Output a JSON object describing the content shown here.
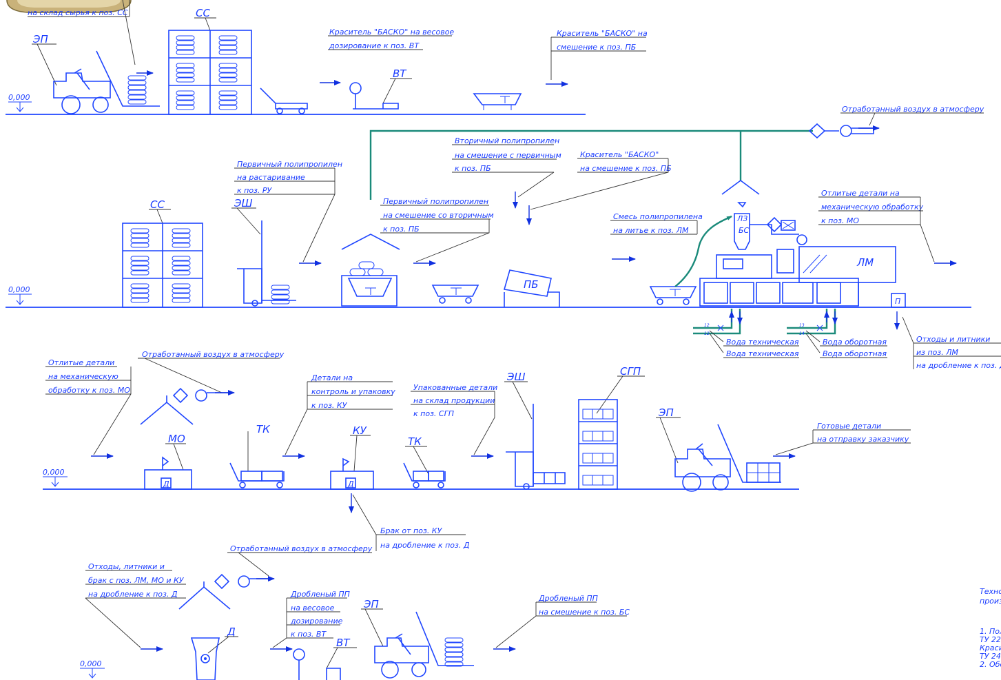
{
  "levels": {
    "l1": "0,000",
    "l2": "0,000",
    "l3": "0,000",
    "l4": "0,000"
  },
  "codes": {
    "ep1": "ЭП",
    "ss1": "СС",
    "vt1": "ВТ",
    "ss2": "СС",
    "esh1": "ЭШ",
    "pb": "ПБ",
    "lz": "ЛЗ",
    "bs": "БС",
    "lm": "ЛМ",
    "p": "П",
    "mo": "МО",
    "tk1": "ТК",
    "ku": "КУ",
    "tk2": "ТК",
    "esh2": "ЭШ",
    "sgp": "СГП",
    "ep2": "ЭП",
    "d": "Д",
    "ep3": "ЭП",
    "vt2": "ВТ",
    "d_box": "Д"
  },
  "notes": {
    "top_cut": "на склад сырья к поз. СС",
    "dye_vt_1": "Краситель \"БАСКО\" на весовое",
    "dye_vt_2": "дозирование к поз. ВТ",
    "dye_pb_1": "Краситель \"БАСКО\" на",
    "dye_pb_2": "смешение к поз. ПБ",
    "air1": "Отработанный воздух в атмосферу",
    "pp_ru_1": "Первичный полипропилен",
    "pp_ru_2": "на растаривание",
    "pp_ru_3": "к поз. РУ",
    "sec_pp_1": "Вторичный полипропилен",
    "sec_pp_2": "на смешение с первичным",
    "sec_pp_3": "к поз. ПБ",
    "dye2_1": "Краситель \"БАСКО\"",
    "dye2_2": "на смешение к поз. ПБ",
    "prim_mix_1": "Первичный полипропилен",
    "prim_mix_2": "на смешение со вторичным",
    "prim_mix_3": "к поз. ПБ",
    "mix_lm_1": "Смесь полипропилена",
    "mix_lm_2": "на литье к поз. ЛМ",
    "cast_mo_1": "Отлитые детали на",
    "cast_mo_2": "механическую обработку",
    "cast_mo_3": "к поз. МО",
    "w1": "Вода техническая",
    "w2": "Вода техническая",
    "w3": "Вода оборотная",
    "w4": "Вода оборотная",
    "waste_1": "Отходы и литники",
    "waste_2": "из поз. ЛМ",
    "waste_3": "на дробление к поз. Д",
    "cast2_1": "Отлитые детали",
    "cast2_2": "на механическую",
    "cast2_3": "обработку к поз. МО",
    "air2": "Отработанный воздух в атмосферу",
    "det_ku_1": "Детали на",
    "det_ku_2": "контроль и упаковку",
    "det_ku_3": "к поз. КУ",
    "pack_1": "Упакованные детали",
    "pack_2": "на склад продукции",
    "pack_3": "к поз. СГП",
    "ready_1": "Готовые детали",
    "ready_2": "на отправку заказчику",
    "brak_1": "Брак от поз. КУ",
    "brak_2": "на дробление к поз. Д",
    "air3": "Отработанный воздух в атмосферу",
    "waste2_1": "Отходы, литники и",
    "waste2_2": "брак с поз. ЛМ, МО и КУ",
    "waste2_3": "на дробление к поз. Д",
    "crushed_1": "Дробленый ПП",
    "crushed_2": "на весовое",
    "crushed_3": "дозирование",
    "crushed_4": "к поз. ВТ",
    "crushed2_1": "Дробленый ПП",
    "crushed2_2": "на смешение к поз. БС",
    "pipe_n1": "12",
    "pipe_n2": "12",
    "pipe_n3": "13",
    "pipe_n4": "14"
  },
  "side_text": [
    "Техно",
    "произ",
    "1. Пол",
    "ТУ 22",
    "Красит",
    "ТУ 24",
    "2. Обо"
  ],
  "colors": {
    "line": "#1f46ff",
    "text": "#1a3cff",
    "pipe": "#1a8a7a",
    "leader": "#333333"
  }
}
